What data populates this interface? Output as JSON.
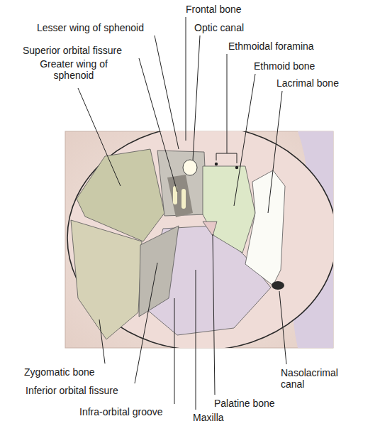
{
  "diagram": {
    "labels": [
      "Frontal bone",
      "Lesser wing of sphenoid",
      "Optic canal",
      "Superior orbital fissure",
      "Ethmoidal foramina",
      "Greater wing of sphenoid",
      "Ethmoid bone",
      "Lacrimal bone",
      "Zygomatic bone",
      "Nasolacrimal canal",
      "Inferior orbital fissure",
      "Palatine bone",
      "Infra-orbital groove",
      "Maxilla"
    ]
  }
}
